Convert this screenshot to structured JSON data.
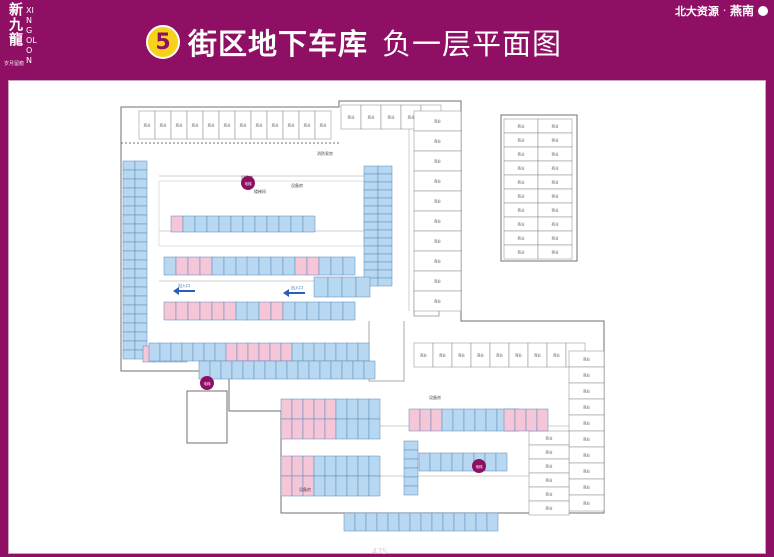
{
  "brand_left": {
    "chinese": "新九龍",
    "english": "XINGOLON",
    "tagline": "岁月留痕"
  },
  "title": {
    "number": "5",
    "main": "街区地下车库",
    "sub": "负一层平面图"
  },
  "brand_right": {
    "name": "北大资源",
    "separator": "·",
    "swash": "燕南"
  },
  "legend_labels": {
    "shop": "商业",
    "stair": "楼梯间",
    "equipment": "设备房",
    "fire": "消防泵房"
  },
  "elevator_label": "电梯",
  "arrow_left_label": "出入口",
  "arrow_right_label": "出入口",
  "page_number": "475",
  "colors": {
    "background": "#8e0f63",
    "accent": "#f6d21a",
    "parking_blue": "#b8d8f2",
    "parking_pink": "#f5c6d8",
    "wall": "#707070"
  }
}
